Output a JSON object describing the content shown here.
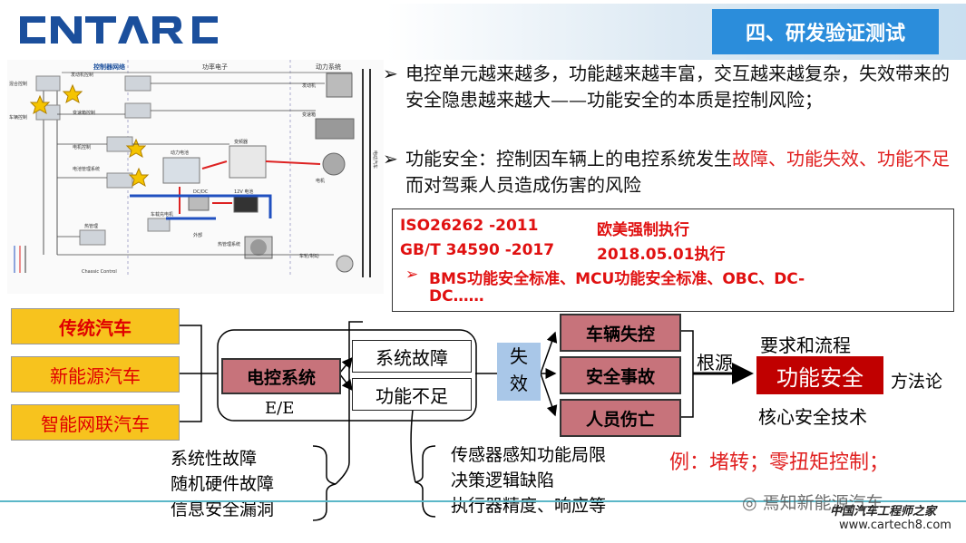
{
  "header": {
    "logo_text": "CNTARC",
    "title": "四、研发验证测试",
    "brand_color": "#2b8ddb"
  },
  "diagram": {
    "headers": [
      "控制器网络",
      "功率电子",
      "动力系统"
    ],
    "labels": [
      "混合控制",
      "发动机控制",
      "车辆控制",
      "变速箱控制",
      "电机控制",
      "电池管理系统",
      "动力电池",
      "变频器",
      "DC/DC",
      "12V 电池",
      "车载充电机",
      "热管理",
      "热管理系统",
      "Chassic Control",
      "发动机",
      "变速箱",
      "电机",
      "车轮/制动",
      "外部",
      "电动汽车"
    ]
  },
  "bullets": [
    {
      "arrow": "➢",
      "text": "电控单元越来越多，功能越来越丰富，交互越来越复杂，失效带来的安全隐患越来越大——功能安全的本质是控制风险；"
    },
    {
      "arrow": "➢",
      "prefix": "功能安全：控制因车辆上的电控系统发生",
      "highlight": "故障、功能失效、功能不足",
      "suffix": "而对驾乘人员造成伤害的风险"
    }
  ],
  "standards": {
    "row1_std": "ISO26262 -2011",
    "row1_note": "欧美强制执行",
    "row2_std": "GB/T 34590 -2017",
    "row2_note": "2018.05.01执行",
    "row3_arrow": "➢",
    "row3_line1": "BMS功能安全标准、MCU功能安全标准、OBC、DC-",
    "row3_line2": "DC……"
  },
  "flow": {
    "vehicles": [
      "传统汽车",
      "新能源汽车",
      "智能网联汽车"
    ],
    "ecu": "电控系统",
    "ee": "E/E",
    "faults": [
      "系统故障",
      "功能不足"
    ],
    "fail_label": [
      "失",
      "效"
    ],
    "results": [
      "车辆失控",
      "安全事故",
      "人员伤亡"
    ],
    "root": "根源",
    "fs_box": "功能安全",
    "req": "要求和流程",
    "method": "方法论",
    "core": "核心安全技术",
    "fault_types": [
      "系统性故障",
      "随机硬件故障",
      "信息安全漏洞"
    ],
    "insufficiency_types": [
      "传感器感知功能局限",
      "决策逻辑缺陷",
      "执行器精度、响应等"
    ],
    "example": "例：堵转；零扭矩控制；"
  },
  "watermark": {
    "wechat": "焉知新能源汽车",
    "site_cn": "中国汽车工程师之家",
    "site_url": "www.cartech8.com"
  },
  "colors": {
    "yellow": "#f7c31e",
    "pink": "#c7737b",
    "red": "#e02020",
    "darkred": "#c00000",
    "lightblue": "#a9c7e8"
  }
}
